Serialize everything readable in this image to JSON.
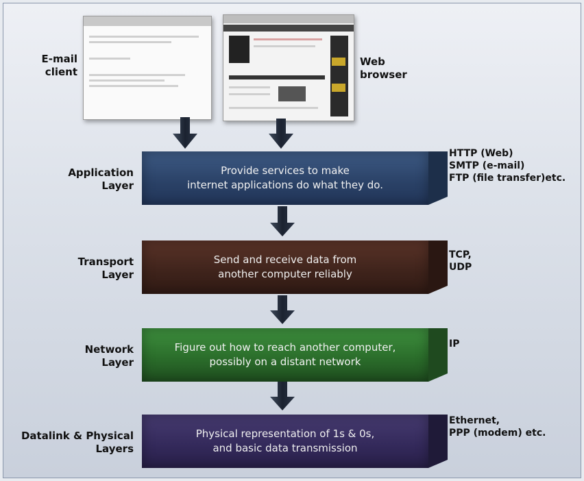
{
  "clients": {
    "email_label": "E-mail\nclient",
    "browser_label": "Web\nbrowser"
  },
  "layers": [
    {
      "name": "Application\nLayer",
      "description": "Provide services to make\ninternet applications do what they do.",
      "protocols": "HTTP (Web)\nSMTP (e-mail)\nFTP (file transfer)etc.",
      "color": "#2f4a70"
    },
    {
      "name": "Transport\nLayer",
      "description": "Send and receive data from\nanother computer reliably",
      "protocols": "TCP,\nUDP",
      "color": "#4a2a22"
    },
    {
      "name": "Network\nLayer",
      "description": "Figure out how to reach another computer,\npossibly on a distant network",
      "protocols": "IP",
      "color": "#2f7a2f"
    },
    {
      "name": "Datalink & Physical\nLayers",
      "description": "Physical representation of 1s & 0s,\nand basic data transmission",
      "protocols": "Ethernet,\nPPP (modem) etc.",
      "color": "#3a3060"
    }
  ]
}
